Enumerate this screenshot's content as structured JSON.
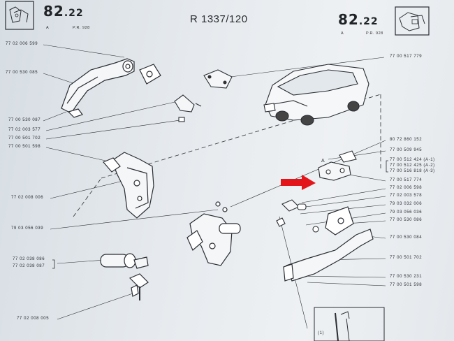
{
  "header": {
    "left_section_major": "82",
    "left_section_minor": ".22",
    "left_sub_a": "A",
    "left_sub_pr": "P.R. 928",
    "center_title": "R 1337/120",
    "right_section_major": "82",
    "right_section_minor": ".22",
    "right_sub_a": "A",
    "right_sub_pr": "P.R. 928"
  },
  "left_labels": [
    "77 02 006 599",
    "77 00 530 085",
    "77 00 530 087",
    "77 02 003 577",
    "77 00 501 702",
    "77 00 501 598",
    "77 02 008 006",
    "79 03 056 039",
    "77 02 038 086",
    "77 02 038 087",
    "77 02 008 005"
  ],
  "right_labels": [
    "77 00 517 779",
    "80 72 860 152",
    "77 00 509 945",
    "77 00 512 424 (A-1)",
    "77 00 512 425 (A-2)",
    "77 00 516 818 (A-3)",
    "77 00 517 774",
    "77 02 006 598",
    "77 02 003 578",
    "79 03 032 006",
    "79 03 056 036",
    "77 00 530 086",
    "77 00 530 084",
    "77 00 501 702",
    "77 00 530 231",
    "77 00 501 598"
  ],
  "callouts": {
    "a_marker": "A",
    "footer_index": "(1)"
  },
  "colors": {
    "paper": "#e6eaee",
    "ink": "#2a2d33",
    "arrow": "#e3151a"
  },
  "icons": {
    "top_left": "door-handle-thumbnail-icon",
    "top_right": "door-handle-thumbnail-icon",
    "pointer": "red-arrow-icon"
  }
}
